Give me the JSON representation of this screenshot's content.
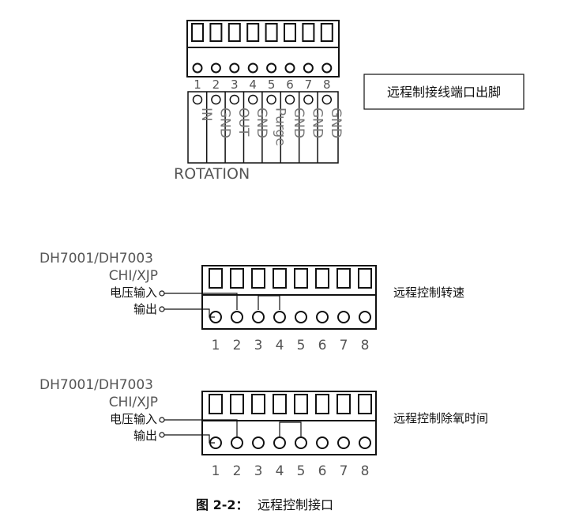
{
  "top_connector": {
    "pin_numbers": [
      "1",
      "2",
      "3",
      "4",
      "5",
      "6",
      "7",
      "8"
    ],
    "pin_labels": [
      "IN",
      "GND",
      "OUT",
      "GND",
      "Purge",
      "GND",
      "GND",
      "GND"
    ],
    "rotation_label": "ROTATION",
    "callout": "远程制接线端口出脚"
  },
  "diagrams": [
    {
      "device_line1": "DH7001/DH7003",
      "device_line2": "CHI/XJP",
      "input_label": "电压输入",
      "output_label": "输出",
      "pin_numbers": [
        "1",
        "2",
        "3",
        "4",
        "5",
        "6",
        "7",
        "8"
      ],
      "title": "远程控制转速"
    },
    {
      "device_line1": "DH7001/DH7003",
      "device_line2": "CHI/XJP",
      "input_label": "电压输入",
      "output_label": "输出",
      "pin_numbers": [
        "1",
        "2",
        "3",
        "4",
        "5",
        "6",
        "7",
        "8"
      ],
      "title": "远程控制除氧时间"
    }
  ],
  "caption": {
    "label": "图 2-2：",
    "text": "远程控制接口"
  }
}
